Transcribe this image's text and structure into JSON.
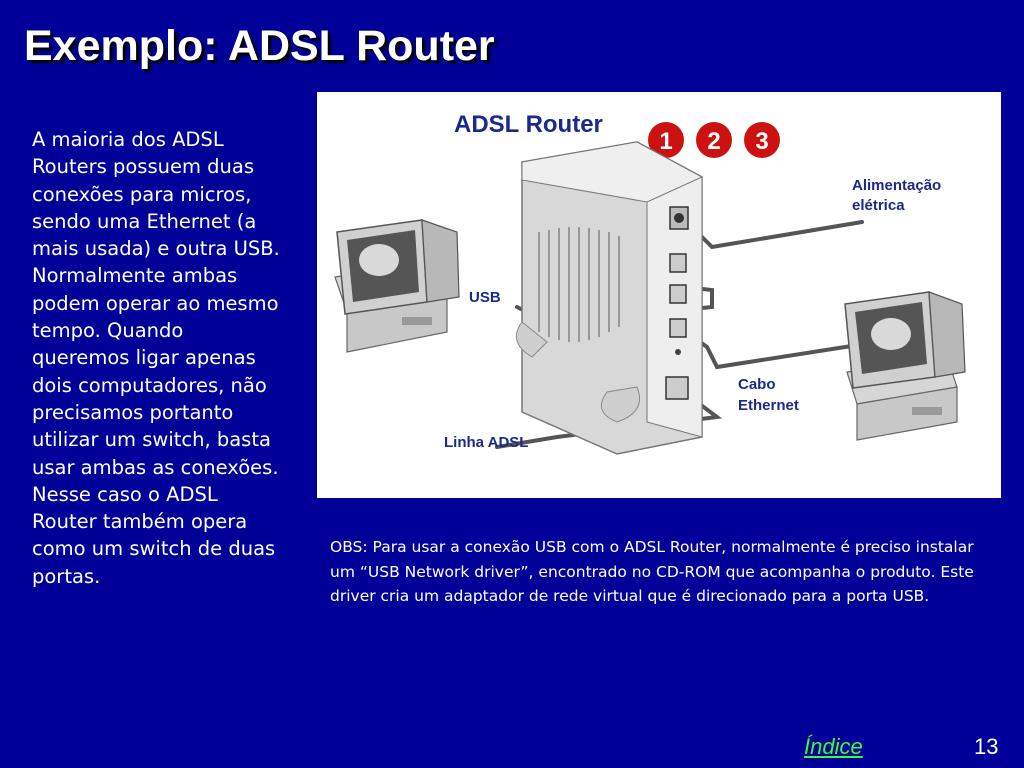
{
  "slide": {
    "title": "Exemplo: ADSL Router",
    "body_text": "A maioria dos ADSL Routers possuem duas conexões para micros, sendo uma Ethernet (a mais usada) e outra USB. Normalmente ambas podem operar ao mesmo tempo. Quando queremos ligar apenas dois computadores, não precisamos portanto utilizar um switch, basta usar ambas as conexões. Nesse caso o ADSL Router também opera como um switch de duas portas.",
    "obs_text": "OBS: Para usar a conexão USB com o ADSL Router, normalmente é preciso instalar um “USB Network driver”, encontrado no CD-ROM que acompanha o produto. Este driver cria um adaptador de rede virtual que é direcionado para a porta USB.",
    "index_link": "Índice",
    "page_number": "13"
  },
  "figure": {
    "title": "ADSL Router",
    "badges": [
      "❶",
      "❷",
      "❸"
    ],
    "badge_color": "#cc1111",
    "labels": {
      "power_line1": "Alimentação",
      "power_line2": "elétrica",
      "usb": "USB",
      "ethernet_line1": "Cabo",
      "ethernet_line2": "Ethernet",
      "adsl_line": "Linha ADSL"
    }
  },
  "colors": {
    "background": "#000099",
    "title_text": "#ffffff",
    "link": "#33ff33",
    "figure_label": "#1a2a8a"
  }
}
